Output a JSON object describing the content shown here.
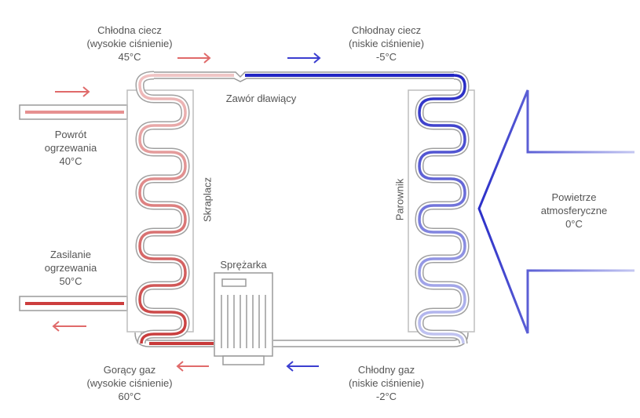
{
  "colors": {
    "hot": "#cc3d3d",
    "hot_light": "#efb8b8",
    "cold": "#2b2fc8",
    "cold_light": "#b9bdf0",
    "outline": "#9a9a9a",
    "text": "#555555"
  },
  "labels": {
    "cold_liquid_high": {
      "line1": "Chłodna ciecz",
      "line2": "(wysokie ciśnienie)",
      "temp": "45°C"
    },
    "cold_liquid_low": {
      "line1": "Chłodnay ciecz",
      "line2": "(niskie ciśnienie)",
      "temp": "-5°C"
    },
    "expansion_valve": "Zawór dławiący",
    "heating_return": {
      "line1": "Powrót",
      "line2": "ogrzewania",
      "temp": "40°C"
    },
    "heating_supply": {
      "line1": "Zasilanie",
      "line2": "ogrzewania",
      "temp": "50°C"
    },
    "condenser": "Skraplacz",
    "evaporator": "Parownik",
    "compressor": "Sprężarka",
    "outside_air": {
      "line1": "Powietrze",
      "line2": "atmosferyczne",
      "temp": "0°C"
    },
    "hot_gas": {
      "line1": "Gorący gaz",
      "line2": "(wysokie ciśnienie)",
      "temp": "60°C"
    },
    "cold_gas": {
      "line1": "Chłodny gaz",
      "line2": "(niskie ciśnienie)",
      "temp": "-2°C"
    }
  }
}
